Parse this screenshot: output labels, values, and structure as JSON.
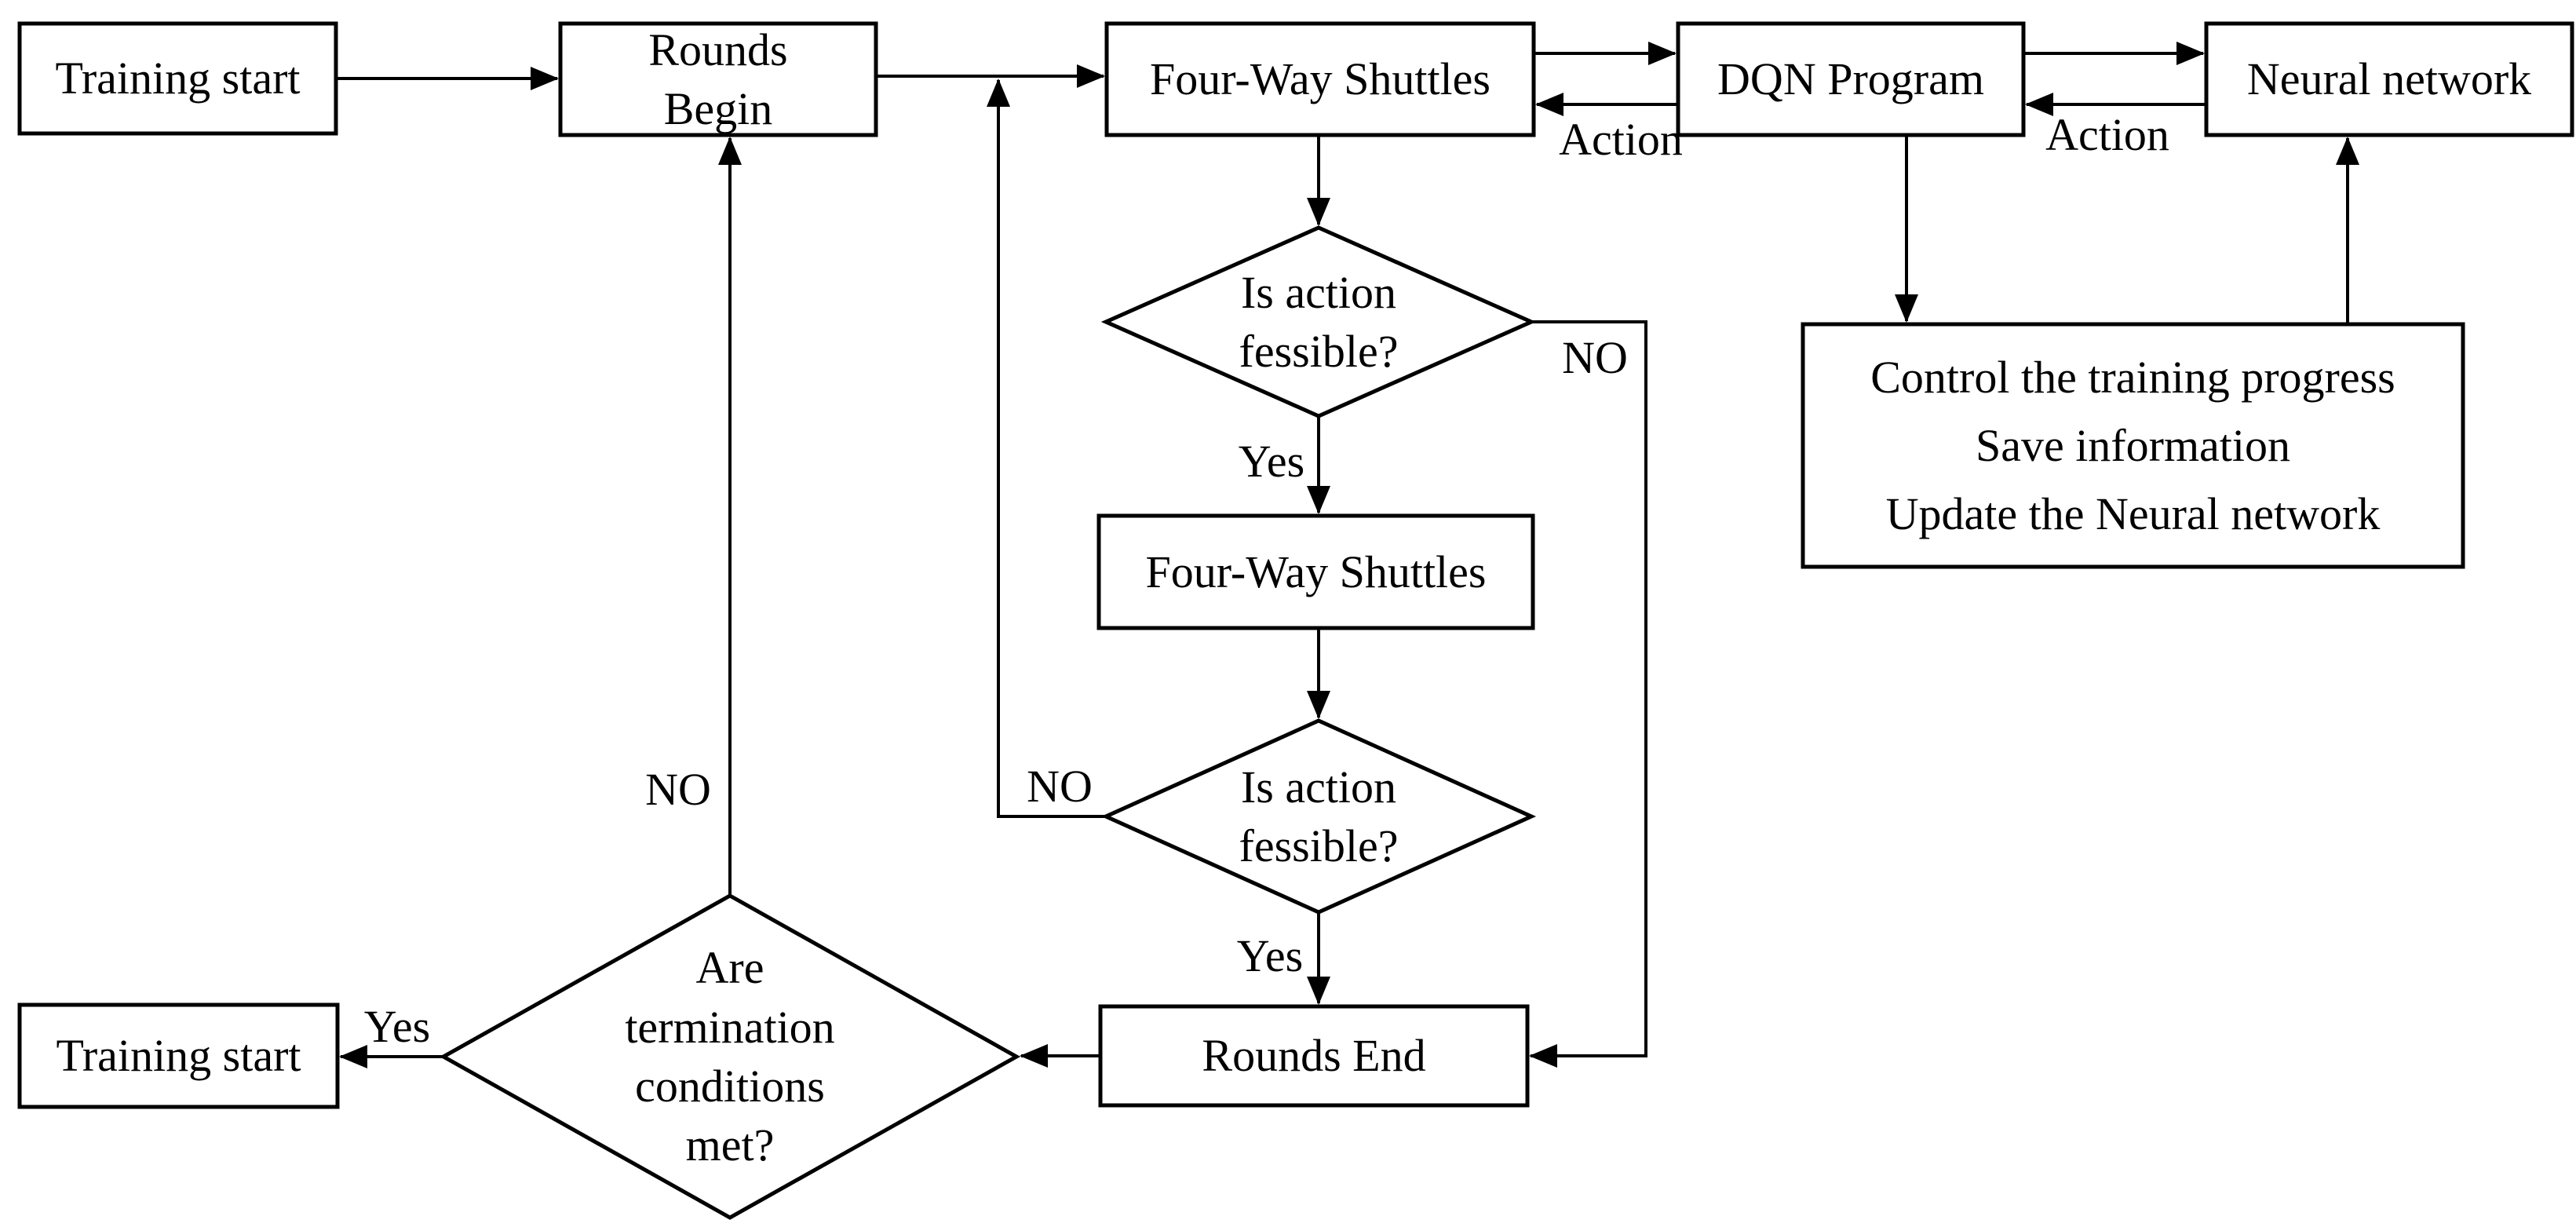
{
  "colors": {
    "background": "#ffffff",
    "line": "#000000",
    "text": "#000000"
  },
  "nodes": {
    "training_start_top": {
      "shape": "rect",
      "label": "Training start"
    },
    "rounds_begin": {
      "shape": "rect",
      "label": "Rounds\nBegin"
    },
    "four_way_shuttles_top": {
      "shape": "rect",
      "label": "Four-Way Shuttles"
    },
    "dqn_program": {
      "shape": "rect",
      "label": "DQN Program"
    },
    "neural_network": {
      "shape": "rect",
      "label": "Neural network"
    },
    "feasible_check_1": {
      "shape": "diamond",
      "label": "Is action\nfessible?"
    },
    "four_way_shuttles_mid": {
      "shape": "rect",
      "label": "Four-Way Shuttles"
    },
    "feasible_check_2": {
      "shape": "diamond",
      "label": "Is action\nfessible?"
    },
    "control_tasks": {
      "shape": "rect",
      "label": "Control the training progress\nSave information\nUpdate the Neural network"
    },
    "rounds_end": {
      "shape": "rect",
      "label": "Rounds End"
    },
    "termination_check": {
      "shape": "diamond",
      "label": "Are\ntermination\nconditions\nmet?"
    },
    "training_start_bottom": {
      "shape": "rect",
      "label": "Training start"
    }
  },
  "edge_labels": {
    "action_shuttles_dqn": "Action",
    "action_nn_dqn": "Action",
    "check1_no": "NO",
    "check1_yes": "Yes",
    "check2_no": "NO",
    "check2_yes": "Yes",
    "termination_no": "NO",
    "termination_yes": "Yes"
  }
}
